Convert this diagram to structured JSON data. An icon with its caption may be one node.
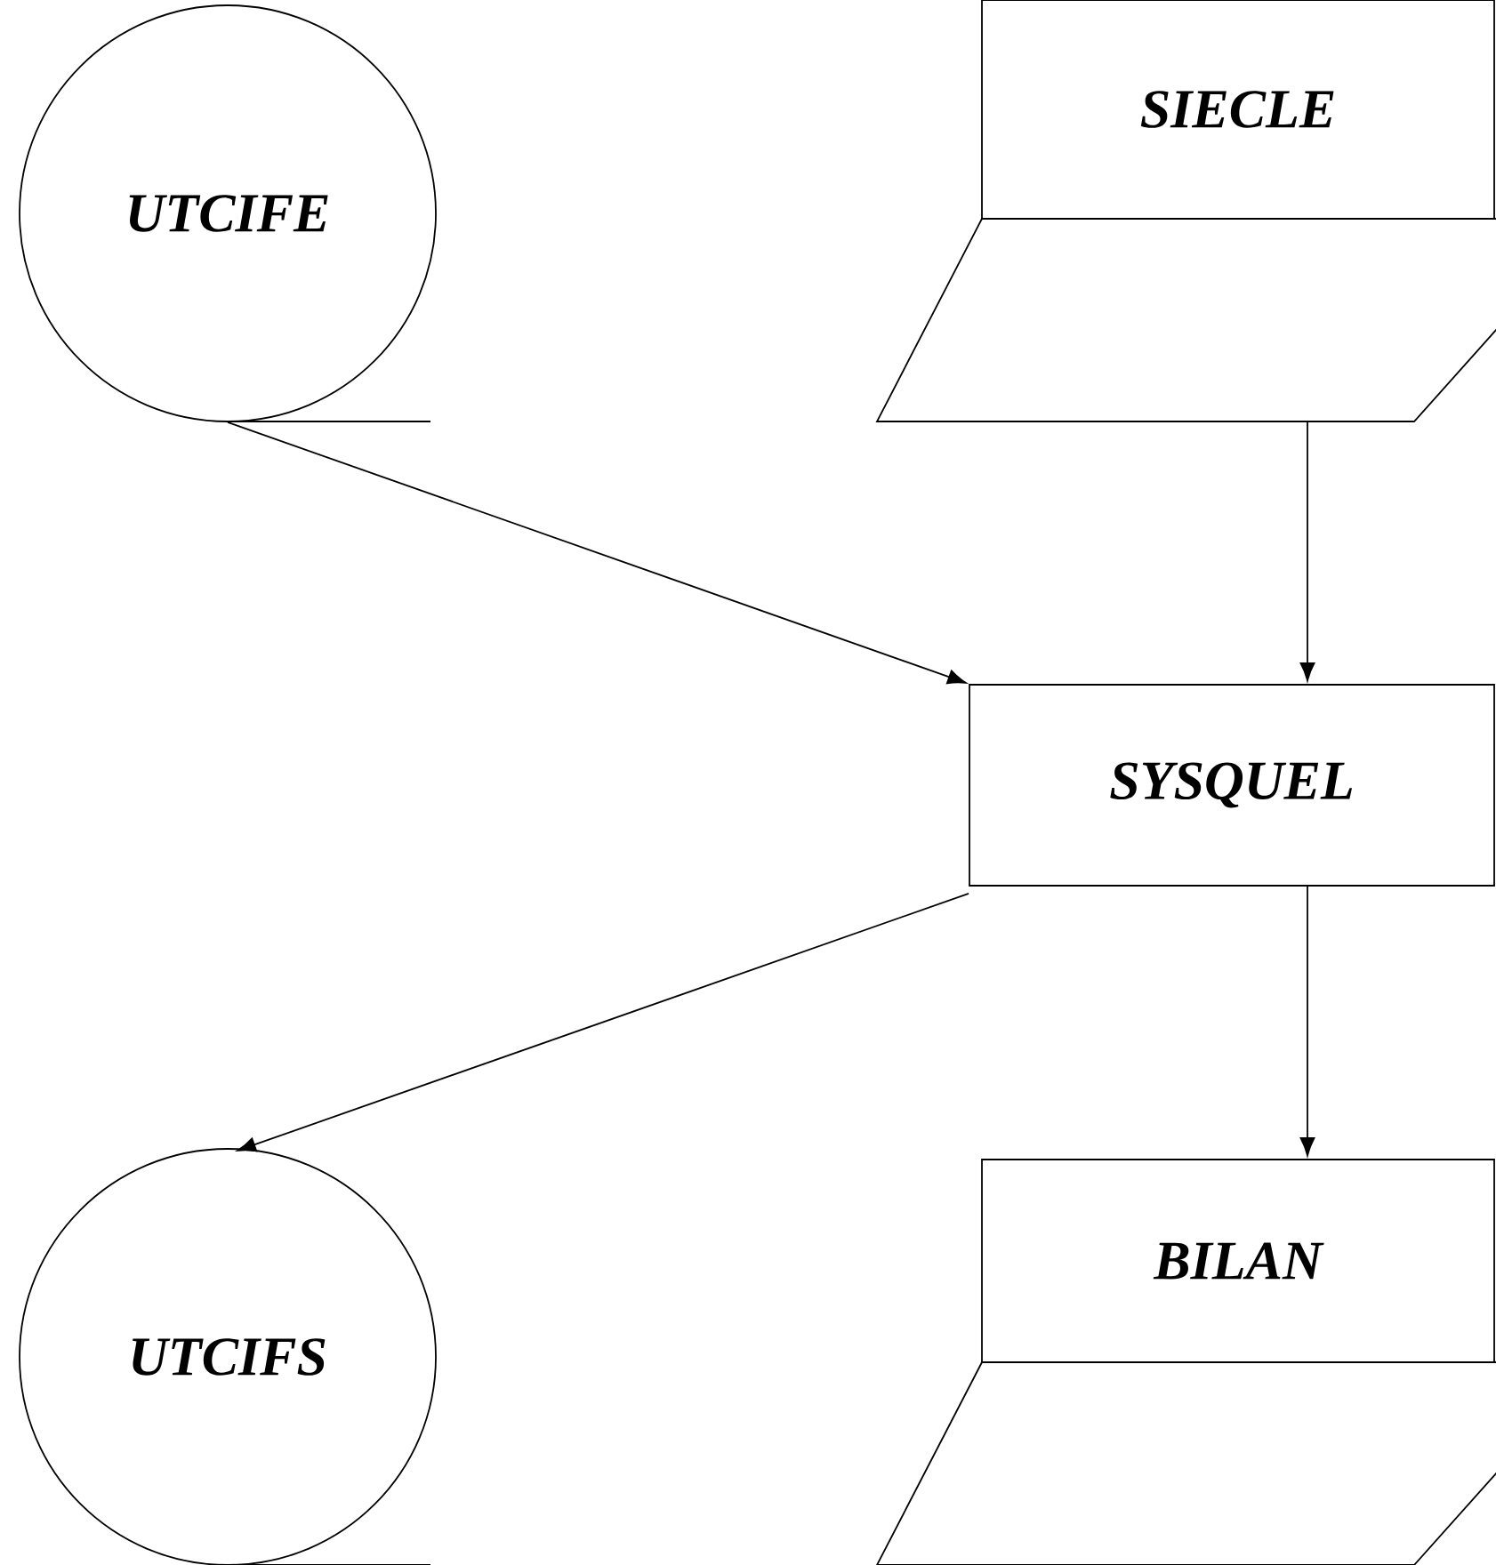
{
  "diagram": {
    "nodes": [
      {
        "text": [
          "UTCIFE"
        ]
      },
      {
        "text": [
          "SIECLE"
        ]
      },
      {
        "text": [
          "SYSQUEL"
        ]
      },
      {
        "text": [
          "UTCIFS"
        ]
      },
      {
        "text": [
          "BILAN"
        ]
      }
    ],
    "edges": [
      {
        "from": 0,
        "to": 2,
        "arrow": "to"
      },
      {
        "from": 1,
        "to": 2,
        "arrow": "to"
      },
      {
        "from": 2,
        "to": 3,
        "arrow": "to"
      },
      {
        "from": 2,
        "to": 4,
        "arrow": "to"
      }
    ]
  }
}
